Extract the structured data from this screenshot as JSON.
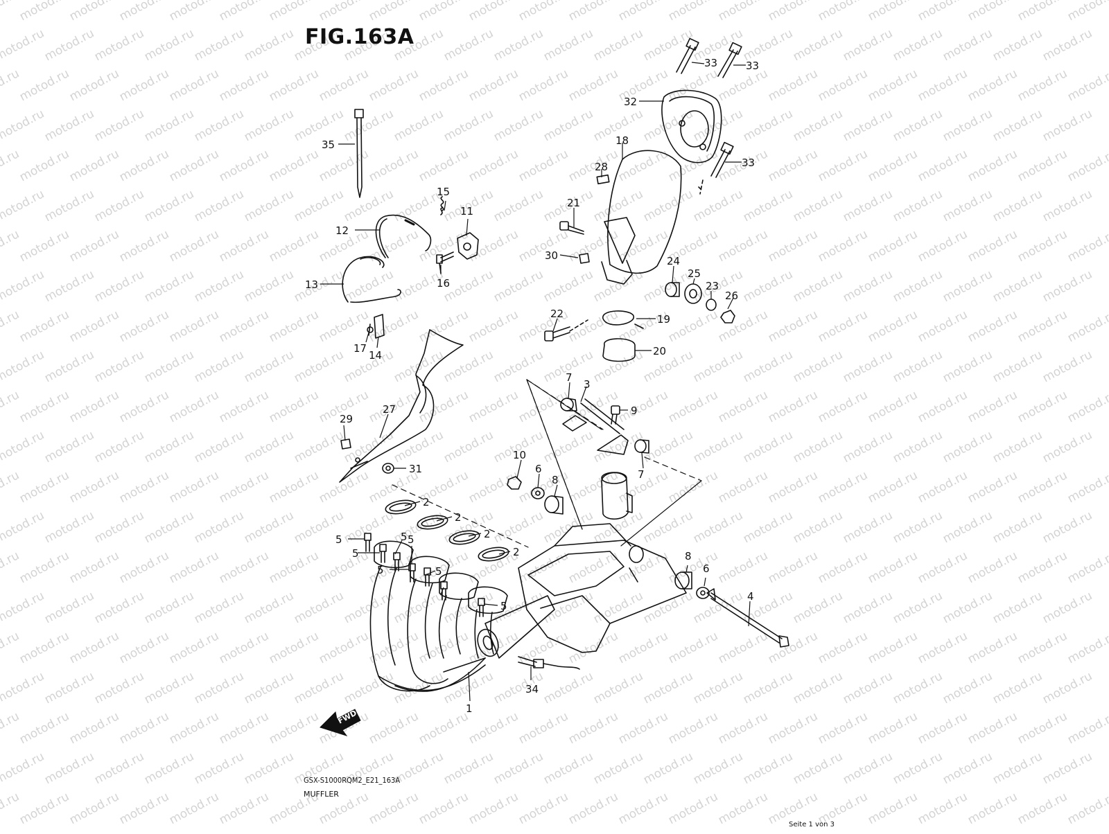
{
  "figure": {
    "title": "FIG.163A",
    "model_code": "GSX-S1000RQM2_E21_163A",
    "section_name": "MUFFLER",
    "page_indicator": "Seite 1 von 3",
    "watermark": "motod.ru",
    "fwd_label": "FWD"
  },
  "callouts": [
    {
      "id": "c35",
      "label": "35"
    },
    {
      "id": "c15",
      "label": "15"
    },
    {
      "id": "c11",
      "label": "11"
    },
    {
      "id": "c12",
      "label": "12"
    },
    {
      "id": "c16",
      "label": "16"
    },
    {
      "id": "c13",
      "label": "13"
    },
    {
      "id": "c17",
      "label": "17"
    },
    {
      "id": "c14",
      "label": "14"
    },
    {
      "id": "c33a",
      "label": "33"
    },
    {
      "id": "c33b",
      "label": "33"
    },
    {
      "id": "c32",
      "label": "32"
    },
    {
      "id": "c33c",
      "label": "33"
    },
    {
      "id": "c18",
      "label": "18"
    },
    {
      "id": "c28",
      "label": "28"
    },
    {
      "id": "c21",
      "label": "21"
    },
    {
      "id": "c30",
      "label": "30"
    },
    {
      "id": "c24",
      "label": "24"
    },
    {
      "id": "c25",
      "label": "25"
    },
    {
      "id": "c23",
      "label": "23"
    },
    {
      "id": "c26",
      "label": "26"
    },
    {
      "id": "c22",
      "label": "22"
    },
    {
      "id": "c19",
      "label": "19"
    },
    {
      "id": "c20",
      "label": "20"
    },
    {
      "id": "c27",
      "label": "27"
    },
    {
      "id": "c29",
      "label": "29"
    },
    {
      "id": "c31",
      "label": "31"
    },
    {
      "id": "c7a",
      "label": "7"
    },
    {
      "id": "c3",
      "label": "3"
    },
    {
      "id": "c9",
      "label": "9"
    },
    {
      "id": "c7b",
      "label": "7"
    },
    {
      "id": "c10",
      "label": "10"
    },
    {
      "id": "c6a",
      "label": "6"
    },
    {
      "id": "c8a",
      "label": "8"
    },
    {
      "id": "c2a",
      "label": "2"
    },
    {
      "id": "c2b",
      "label": "2"
    },
    {
      "id": "c2c",
      "label": "2"
    },
    {
      "id": "c2d",
      "label": "2"
    },
    {
      "id": "c5a",
      "label": "5"
    },
    {
      "id": "c5b",
      "label": "5"
    },
    {
      "id": "c5c",
      "label": "5"
    },
    {
      "id": "c5d",
      "label": "5"
    },
    {
      "id": "c5e",
      "label": "5"
    },
    {
      "id": "c5f",
      "label": "5"
    },
    {
      "id": "c5g",
      "label": "5"
    },
    {
      "id": "c8b",
      "label": "8"
    },
    {
      "id": "c6b",
      "label": "6"
    },
    {
      "id": "c4",
      "label": "4"
    },
    {
      "id": "c34",
      "label": "34"
    },
    {
      "id": "c1",
      "label": "1"
    }
  ]
}
